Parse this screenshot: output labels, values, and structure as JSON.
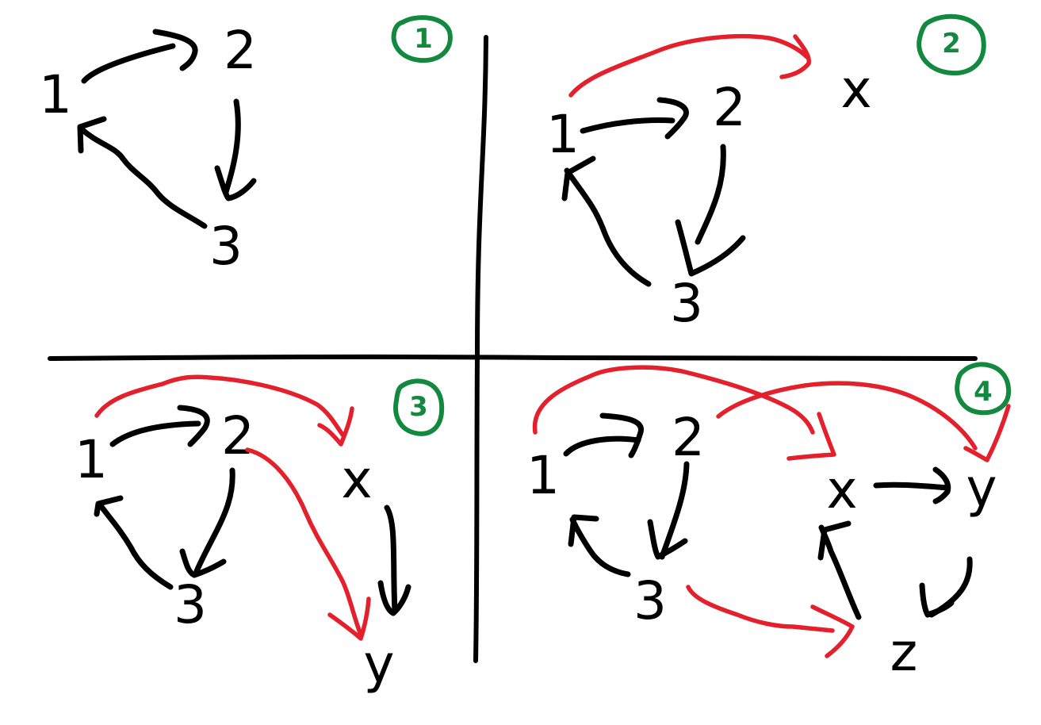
{
  "colors": {
    "ink": "#000000",
    "highlight": "#e3202b",
    "badge": "#13893f",
    "background": "#ffffff"
  },
  "panels": [
    {
      "badge": "1",
      "nodes": [
        "1",
        "2",
        "3"
      ],
      "edges": [
        [
          "1",
          "2"
        ],
        [
          "2",
          "3"
        ],
        [
          "3",
          "1"
        ]
      ],
      "new_edges": []
    },
    {
      "badge": "2",
      "nodes": [
        "1",
        "2",
        "3",
        "x"
      ],
      "edges": [
        [
          "1",
          "2"
        ],
        [
          "2",
          "3"
        ],
        [
          "3",
          "1"
        ]
      ],
      "new_edges": [
        [
          "1",
          "x"
        ]
      ]
    },
    {
      "badge": "3",
      "nodes": [
        "1",
        "2",
        "3",
        "x",
        "y"
      ],
      "edges": [
        [
          "1",
          "2"
        ],
        [
          "2",
          "3"
        ],
        [
          "3",
          "1"
        ],
        [
          "x",
          "y"
        ]
      ],
      "new_edges": [
        [
          "1",
          "x"
        ],
        [
          "2",
          "y"
        ]
      ]
    },
    {
      "badge": "4",
      "nodes": [
        "1",
        "2",
        "3",
        "x",
        "y",
        "z"
      ],
      "edges": [
        [
          "1",
          "2"
        ],
        [
          "2",
          "3"
        ],
        [
          "3",
          "1"
        ],
        [
          "x",
          "y"
        ],
        [
          "y",
          "z"
        ],
        [
          "z",
          "x"
        ]
      ],
      "new_edges": [
        [
          "1",
          "x"
        ],
        [
          "2",
          "y"
        ],
        [
          "3",
          "z"
        ]
      ]
    }
  ]
}
